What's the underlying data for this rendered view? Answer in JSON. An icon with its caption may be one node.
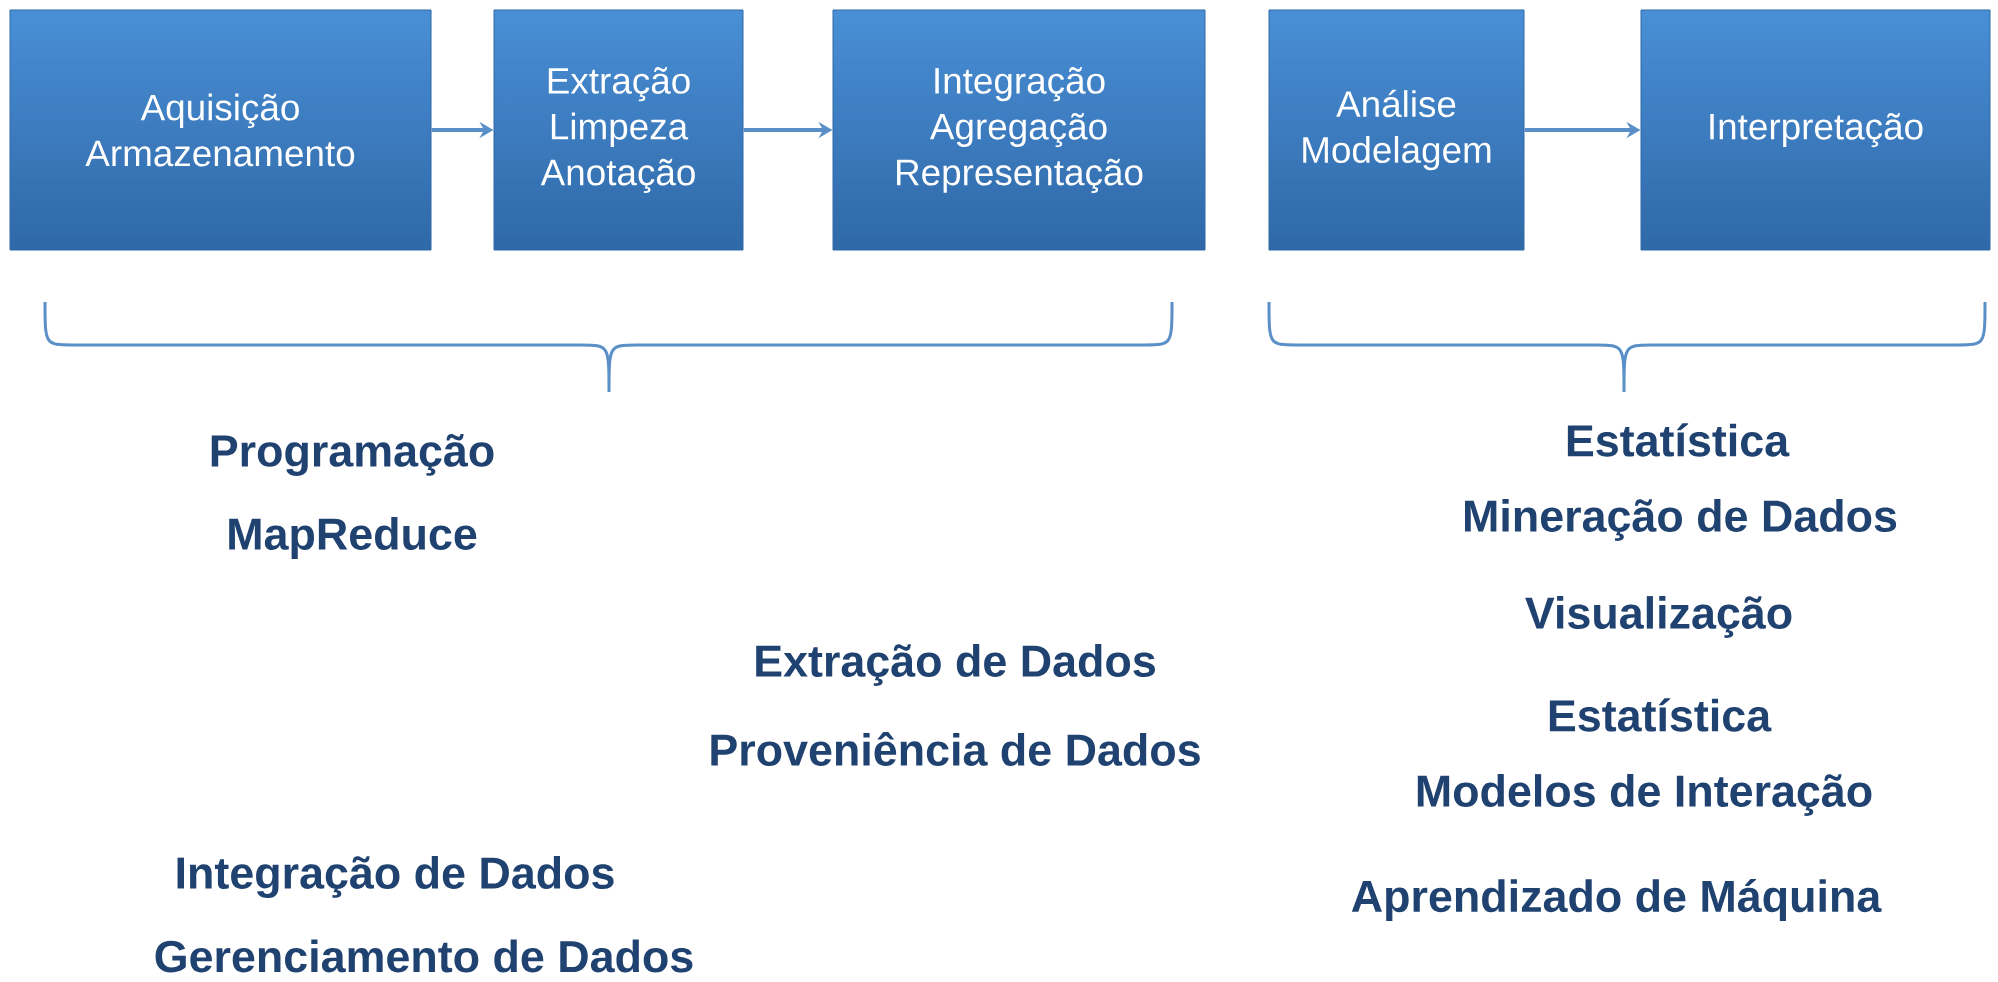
{
  "diagram": {
    "nodes": [
      {
        "text": [
          "Aquisição Armazenamento"
        ]
      },
      {
        "text": [
          "Extração Limpeza Anotação"
        ]
      },
      {
        "text": [
          "Integração Agregação Representação"
        ]
      },
      {
        "text": [
          "Análise Modelagem"
        ]
      },
      {
        "text": [
          "Interpretação"
        ]
      }
    ],
    "edges": [
      {
        "from": 0,
        "to": 1,
        "arrow": "to"
      },
      {
        "from": 1,
        "to": 2,
        "arrow": "to"
      },
      {
        "from": 3,
        "to": 4,
        "arrow": "to"
      }
    ],
    "labels": [
      "Programação",
      "MapReduce",
      "Extração de Dados",
      "Proveniência de Dados",
      "Integração de Dados",
      "Gerenciamento de Dados",
      "Estatística",
      "Mineração de Dados",
      "Visualização",
      "Estatística",
      "Modelos de Interação",
      "Aprendizado de Máquina"
    ]
  }
}
